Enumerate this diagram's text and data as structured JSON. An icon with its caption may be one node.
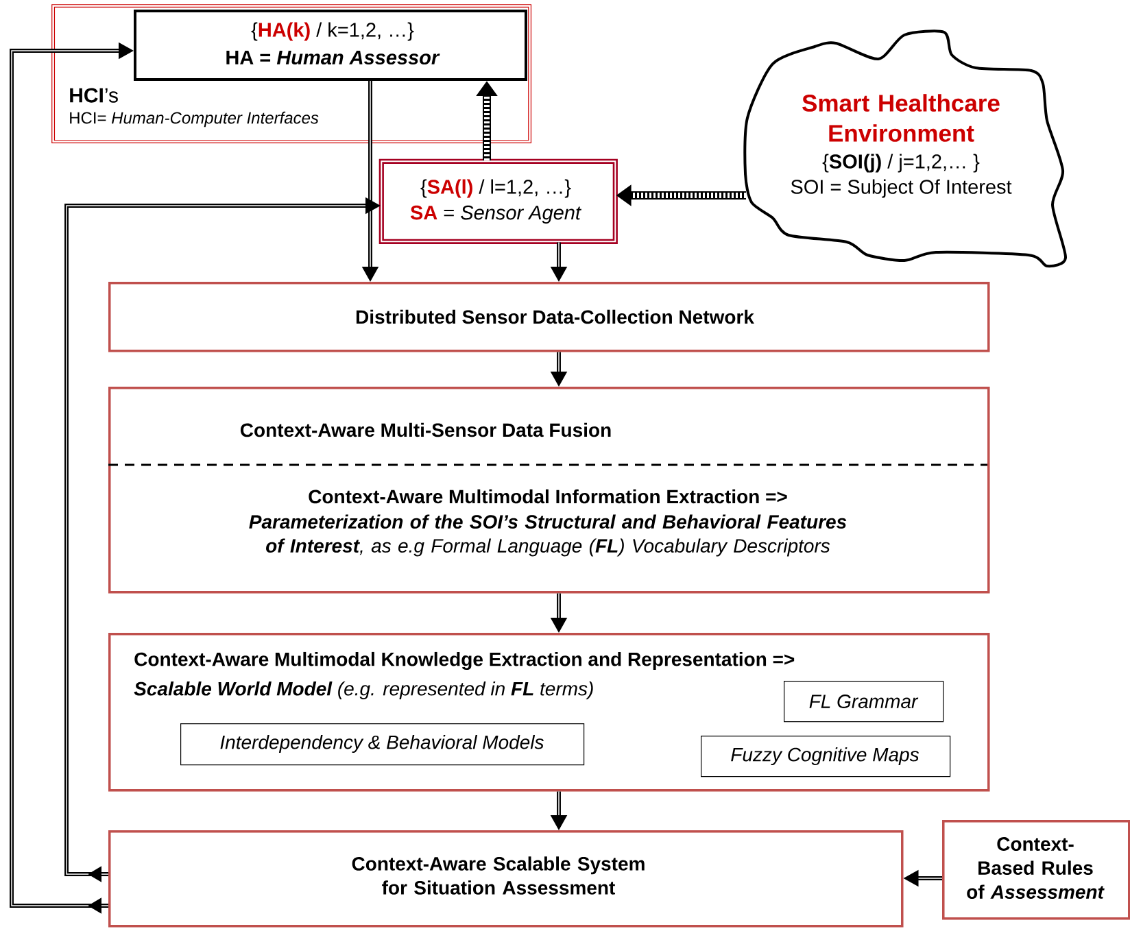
{
  "diagram": {
    "nodes": [
      {
        "text": [
          "**HCI**’s",
          "HCI= *Human-Computer Interfaces*"
        ]
      },
      {
        "text": [
          "{**HA(k)** / k=1,2, …}",
          "HA = *Human Assessor*"
        ],
        "in": 0
      },
      {
        "text": [
          "{**SA(l)** / l=1,2, …}",
          "**SA** = *Sensor Agent*"
        ]
      },
      {
        "text": [
          "Smart Healthcare Environment",
          "{**SOI(j)** / j=1,2,… }",
          "SOI = Subject Of Interest"
        ]
      },
      {
        "text": [
          "Distributed Sensor Data-Collection Network"
        ]
      },
      {
        "text": [
          "Context-Aware Multi-Sensor Data Fusion",
          "Context-Aware Multimodal Information Extraction =>",
          "**Parameterization of the SOI’s Structural and Behavioral Features of Interest**, as e.g Formal Language (**FL**) Vocabulary Descriptors"
        ]
      },
      {
        "text": [
          "Context-Aware Multimodal Knowledge Extraction and Representation =>",
          "**Scalable World Model** (e.g. represented in **FL** terms)"
        ]
      },
      {
        "text": [
          "FL Grammar"
        ],
        "in": 6
      },
      {
        "text": [
          "Interdependency & Behavioral Models"
        ],
        "in": 6
      },
      {
        "text": [
          "Fuzzy Cognitive Maps"
        ],
        "in": 6
      },
      {
        "text": [
          "Context-Aware Scalable System for Situation Assessment"
        ]
      },
      {
        "text": [
          "Context-Based Rules of *Assessment*"
        ]
      }
    ],
    "edges": [
      {
        "from": 1,
        "to": 4,
        "arrow": "to"
      },
      {
        "from": 2,
        "to": 4,
        "arrow": "to"
      },
      {
        "from": 4,
        "to": 5,
        "arrow": "to"
      },
      {
        "from": 5,
        "to": 6,
        "arrow": "to"
      },
      {
        "from": 6,
        "to": 10,
        "arrow": "to"
      },
      {
        "from": 11,
        "to": 10,
        "arrow": "to"
      },
      {
        "from": 3,
        "to": 2,
        "arrow": "to",
        "style": "thick"
      },
      {
        "from": 2,
        "to": 1,
        "arrow": "to",
        "style": "thick"
      },
      {
        "from": 10,
        "to": 2,
        "arrow": "to"
      },
      {
        "from": 10,
        "to": 1,
        "arrow": "to"
      }
    ]
  }
}
